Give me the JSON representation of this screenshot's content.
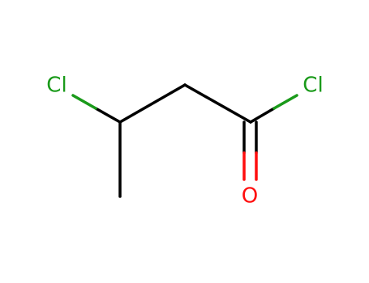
{
  "atoms": {
    "cl_left": {
      "label": "Cl",
      "color": "#1a9a1a"
    },
    "cl_right": {
      "label": "Cl",
      "color": "#1a9a1a"
    },
    "oxygen": {
      "label": "O",
      "color": "#ff0d0d"
    }
  },
  "colors": {
    "bond": "#000000",
    "chlorine": "#1a9a1a",
    "oxygen": "#ff0d0d",
    "background": "#ffffff"
  }
}
